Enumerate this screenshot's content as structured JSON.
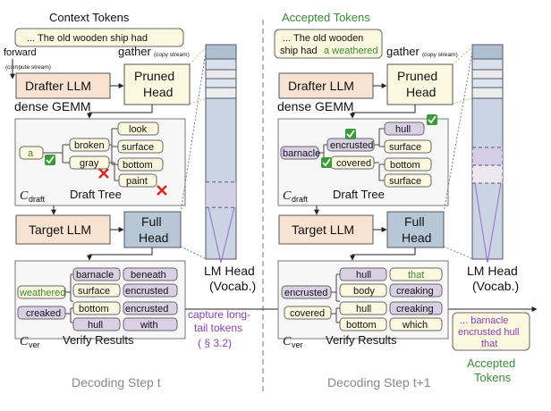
{
  "left": {
    "context_title": "Context Tokens",
    "context_text": "... The old wooden ship had",
    "forward": "forward",
    "compute_stream": "(compute stream)",
    "gather": "gather",
    "copy_stream": "(copy stream)",
    "drafter": "Drafter LLM",
    "pruned_head": [
      "Pruned",
      "Head"
    ],
    "dense_gemm": "dense GEMM",
    "c_draft": "C",
    "c_draft_sub": "draft",
    "draft_tree": "Draft Tree",
    "tree": {
      "root": "a",
      "mid": [
        "broken",
        "gray"
      ],
      "leaves": [
        "look",
        "surface",
        "bottom",
        "paint"
      ]
    },
    "target": "Target LLM",
    "full_head": [
      "Full",
      "Head"
    ],
    "lm_head": [
      "LM Head",
      "(Vocab.)"
    ],
    "c_ver": "C",
    "c_ver_sub": "ver",
    "verify_results": "Verify Results",
    "verify": {
      "col1": [
        "weathered",
        "creaked"
      ],
      "col2": [
        "barnacle",
        "surface",
        "bottom",
        "hull"
      ],
      "col3": [
        "beneath",
        "encrusted",
        "encrusted",
        "with"
      ]
    },
    "capture": [
      "capture long-",
      "tail tokens",
      "( § 3.2)"
    ],
    "step": "Decoding Step t"
  },
  "right": {
    "accepted_title": "Accepted Tokens",
    "context_text_1": "... The old wooden",
    "context_text_2a": "ship had ",
    "context_text_2b": "a weathered",
    "gather": "gather",
    "copy_stream": "(copy stream)",
    "drafter": "Drafter LLM",
    "pruned_head": [
      "Pruned",
      "Head"
    ],
    "dense_gemm": "dense GEMM",
    "c_draft": "C",
    "c_draft_sub": "draft",
    "draft_tree": "Draft Tree",
    "tree": {
      "root": "barnacle",
      "mid": [
        "encrusted",
        "covered"
      ],
      "leaves": [
        "hull",
        "surface",
        "bottom",
        "surface"
      ]
    },
    "target": "Target LLM",
    "full_head": [
      "Full",
      "Head"
    ],
    "lm_head": [
      "LM Head",
      "(Vocab.)"
    ],
    "c_ver": "C",
    "c_ver_sub": "ver",
    "verify_results": "Verify Results",
    "verify": {
      "col1": [
        "encrusted",
        "covered"
      ],
      "col2": [
        "hull",
        "body",
        "hull",
        "bottom"
      ],
      "col3": [
        "that",
        "creaking",
        "creaking",
        "which"
      ]
    },
    "accepted_box": [
      "... barnacle",
      "encrusted hull",
      "that"
    ],
    "accepted_label": [
      "Accepted",
      "Tokens"
    ],
    "step": "Decoding Step t+1"
  },
  "colors": {
    "peach": "#f8e3d2",
    "cream": "#fdf8e0",
    "blue_gray": "#b8c7d8",
    "purple": "#d9d0e6",
    "green": "#3a8a34",
    "purple_text": "#8a3fb3",
    "red": "#d62626"
  }
}
